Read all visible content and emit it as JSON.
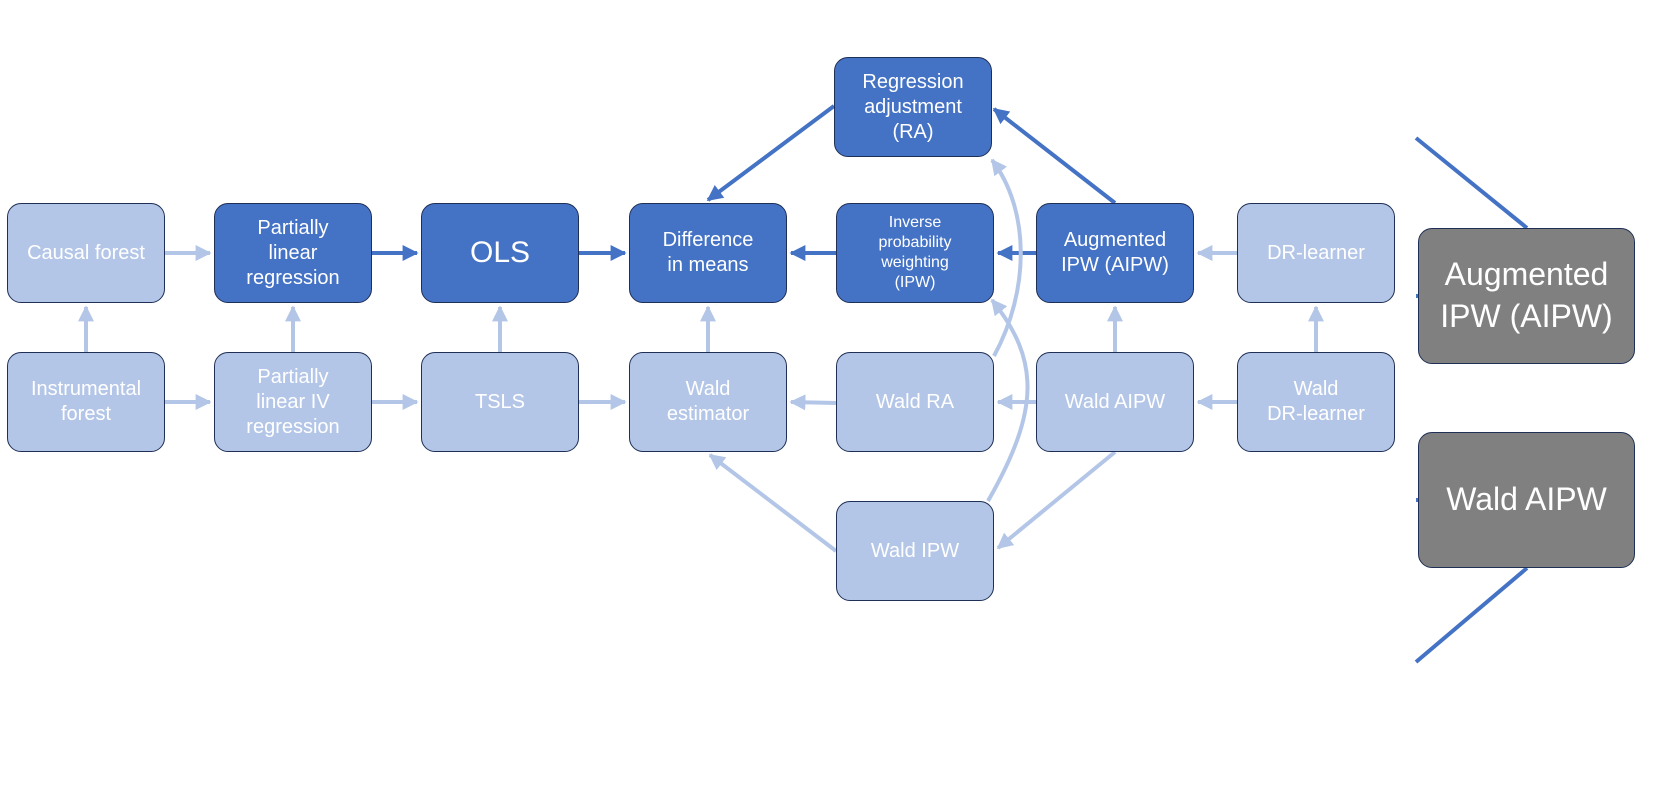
{
  "colors": {
    "dark_node": "#4472c4",
    "light_node": "#b4c6e7",
    "gray_node": "#808080",
    "node_border": "#1f2f55",
    "dark_edge": "#4472c4",
    "light_edge": "#b4c6e7"
  },
  "nodes": {
    "causal_forest": "Causal forest",
    "partially_linear_regression": "Partially\nlinear\nregression",
    "ols": "OLS",
    "difference_in_means": "Difference\nin means",
    "ipw": "Inverse\nprobability\nweighting\n(IPW)",
    "aipw": "Augmented\nIPW (AIPW)",
    "dr_learner": "DR-learner",
    "regression_adjustment": "Regression\nadjustment\n(RA)",
    "instrumental_forest": "Instrumental\nforest",
    "partially_linear_iv": "Partially\nlinear IV\nregression",
    "tsls": "TSLS",
    "wald_estimator": "Wald\nestimator",
    "wald_ra": "Wald RA",
    "wald_aipw": "Wald AIPW",
    "wald_dr_learner": "Wald\nDR-learner",
    "wald_ipw": "Wald IPW"
  },
  "zoom_panel": {
    "aipw": "Augmented\nIPW (AIPW)",
    "wald_aipw": "Wald AIPW"
  }
}
